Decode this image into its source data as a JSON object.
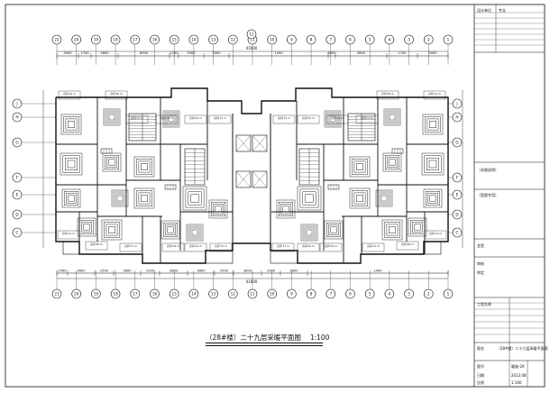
{
  "drawing_title": "（28#楼）二十九层采暖平面图",
  "scale": "1:100",
  "column_axes_top": [
    "21",
    "20",
    "19",
    "18",
    "17",
    "16",
    "15",
    "14",
    "13",
    "12",
    "11",
    "10",
    "9",
    "8",
    "7",
    "6",
    "5",
    "4",
    "3",
    "2",
    "1"
  ],
  "column_axes_bottom": [
    "21",
    "20",
    "19",
    "18",
    "17",
    "16",
    "15",
    "14",
    "13",
    "12",
    "11",
    "10",
    "9",
    "8",
    "7",
    "6",
    "5",
    "4",
    "3",
    "2",
    "1"
  ],
  "center_axis": "11",
  "row_axes_left": [
    "J",
    "H",
    "G",
    "F",
    "E",
    "D",
    "C"
  ],
  "row_axes_right": [
    "J",
    "H",
    "G",
    "F",
    "E",
    "D",
    "C"
  ],
  "overall_dimension": "41600",
  "top_dimensions": [
    "3000",
    "1700",
    "3600",
    "6900",
    "1200",
    "3300",
    "3300",
    "1200",
    "6900",
    "3600",
    "1700",
    "3000"
  ],
  "bottom_dimensions": [
    "1400",
    "3600",
    "2500",
    "3600",
    "2500",
    "3600",
    "3600",
    "2500",
    "3600",
    "2500",
    "3600",
    "1400"
  ],
  "room_tag_texts": [
    "房间 A1 m",
    "房间 B1 m",
    "房间 C1 m",
    "房间 D1 m",
    "房间 E1 m",
    "房间 F1 m"
  ],
  "title_block": {
    "rows": [
      "设计单位",
      "专业",
      "会签",
      "审核",
      "审定",
      "工程名称",
      "图名",
      "图号",
      "日期",
      "比例"
    ],
    "stamp_labels": [
      "（本图说明）",
      "（签图专用）"
    ],
    "sheet_name": "（28#楼）二十九层采暖平面图",
    "sheet_number": "暖施-29",
    "date": "2013.08",
    "scale": "1:100"
  },
  "colors": {
    "line": "#111111",
    "background": "#ffffff",
    "frame": "#000000"
  }
}
